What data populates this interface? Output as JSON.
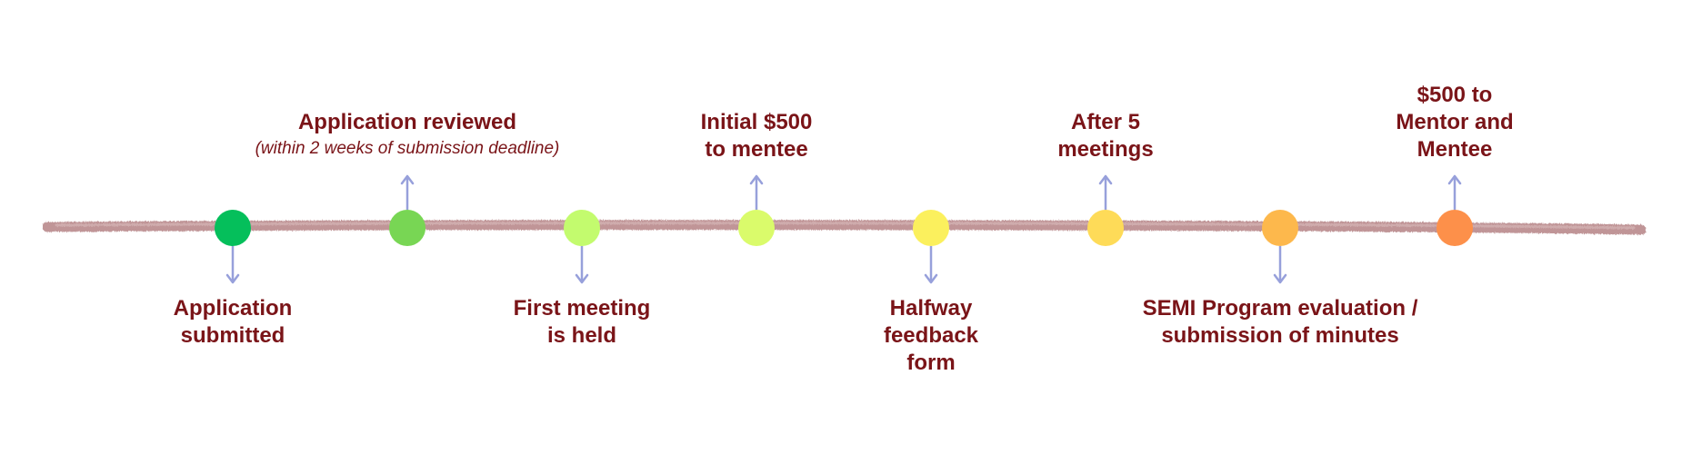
{
  "colors": {
    "line": "#b98a8c",
    "arrow": "#97a0db",
    "text": "#7a1418"
  },
  "milestones": [
    {
      "id": "application-submitted",
      "color": "#05bf5b",
      "arrow": "down",
      "label": [
        "Application",
        "submitted"
      ]
    },
    {
      "id": "application-reviewed",
      "color": "#78d654",
      "arrow": "up",
      "label": [
        "Application reviewed"
      ],
      "sublabel": "(within 2 weeks of submission deadline)"
    },
    {
      "id": "first-meeting",
      "color": "#c3fb6e",
      "arrow": "down",
      "label": [
        "First meeting",
        "is held"
      ]
    },
    {
      "id": "initial-500",
      "color": "#dafb6b",
      "arrow": "up",
      "label": [
        "Initial $500",
        "to mentee"
      ]
    },
    {
      "id": "halfway-feedback",
      "color": "#fbf05d",
      "arrow": "down",
      "label": [
        "Halfway",
        "feedback",
        "form"
      ]
    },
    {
      "id": "after-5-meetings",
      "color": "#fedb58",
      "arrow": "up",
      "label": [
        "After 5",
        "meetings"
      ]
    },
    {
      "id": "semi-evaluation",
      "color": "#fdb84c",
      "arrow": "down",
      "label": [
        "SEMI Program evaluation /",
        "submission of minutes"
      ]
    },
    {
      "id": "final-500",
      "color": "#fd904a",
      "arrow": "up",
      "label": [
        "$500 to",
        "Mentor and",
        "Mentee"
      ]
    }
  ]
}
